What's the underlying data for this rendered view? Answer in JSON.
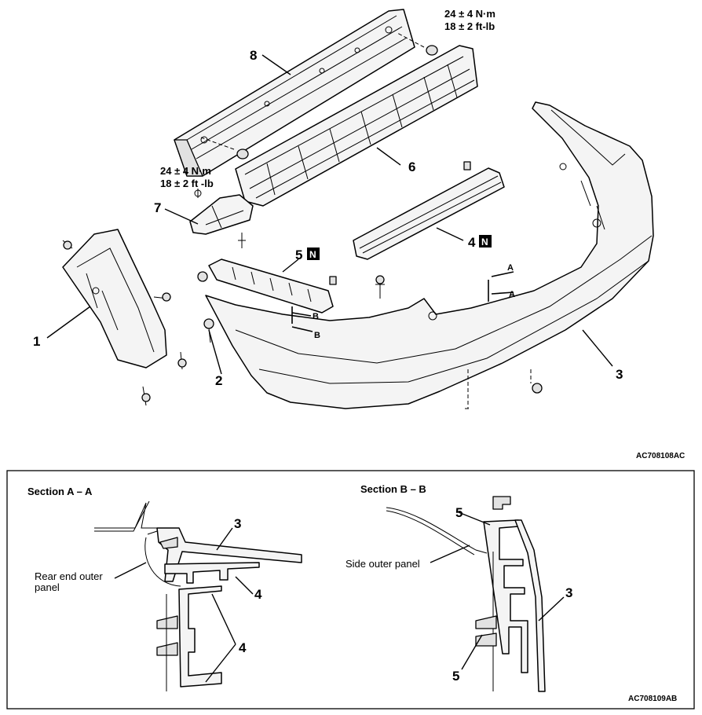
{
  "callouts": {
    "c1": "1",
    "c2": "2",
    "c3": "3",
    "c4": "4",
    "c5": "5",
    "c6": "6",
    "c7": "7",
    "c8": "8"
  },
  "new_part_mark": "N",
  "torque_upper": {
    "line1": "24 ± 4 N·m",
    "line2": "18 ± 2 ft-lb"
  },
  "torque_lower": {
    "line1": "24 ± 4 N·m",
    "line2": "18 ± 2 ft -lb"
  },
  "section_marks": {
    "a": "A",
    "b": "B"
  },
  "figure_codes": {
    "top": "AC708108AC",
    "bottom": "AC708109AB"
  },
  "section_a": {
    "title": "Section A – A",
    "rear_outer_label_l1": "Rear end outer",
    "rear_outer_label_l2": "panel",
    "callout_3": "3",
    "callout_4a": "4",
    "callout_4b": "4"
  },
  "section_b": {
    "title": "Section B – B",
    "side_outer_label": "Side outer panel",
    "callout_5a": "5",
    "callout_3": "3",
    "callout_5b": "5"
  }
}
